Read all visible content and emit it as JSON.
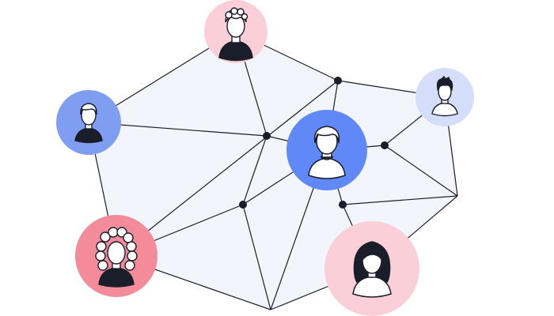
{
  "diagram": {
    "kind": "people-network",
    "colors": {
      "region_fill": "#f3f5fd",
      "edge": "#1a1e2b",
      "junction": "#1a1e2b",
      "outline": "#1a1e2b",
      "skin": "#ffffff",
      "dark": "#1a1e2b",
      "pink_light": "#fbcfd7",
      "pink_strong": "#f48b9b",
      "blue_medium": "#7f9ef2",
      "blue_strong": "#6089f7",
      "blue_light": "#d4defa"
    },
    "people": [
      {
        "id": "top-center",
        "label": "",
        "tone": "pink_light",
        "hair": "curly-short",
        "shirt": "dark"
      },
      {
        "id": "left",
        "label": "",
        "tone": "blue_medium",
        "hair": "short",
        "shirt": "dark"
      },
      {
        "id": "top-right",
        "label": "",
        "tone": "blue_light",
        "hair": "spiky-dark",
        "shirt": "light"
      },
      {
        "id": "center",
        "label": "",
        "tone": "blue_strong",
        "hair": "short",
        "shirt": "light"
      },
      {
        "id": "bottom-left",
        "label": "",
        "tone": "pink_strong",
        "hair": "curly-big",
        "shirt": "dark"
      },
      {
        "id": "bottom-right",
        "label": "",
        "tone": "pink_light",
        "hair": "long-dark",
        "shirt": "light"
      }
    ],
    "junction_count": 5
  }
}
